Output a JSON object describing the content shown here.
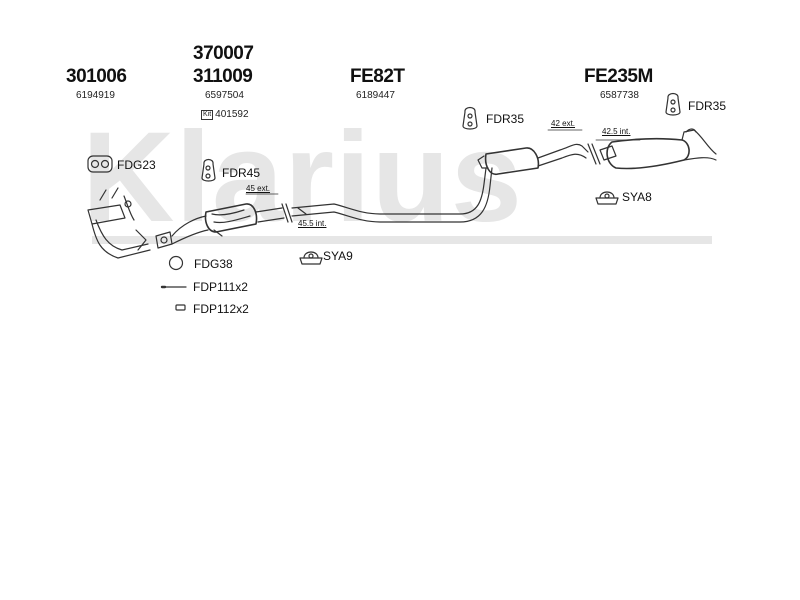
{
  "watermark": "Klarius",
  "parts": {
    "p301006": {
      "number": "301006",
      "oem": "6194919"
    },
    "p370007": {
      "number": "370007"
    },
    "p311009": {
      "number": "311009",
      "oem": "6597504"
    },
    "kit": {
      "icon": "Kit",
      "number": "401592"
    },
    "fe82t": {
      "number": "FE82T",
      "oem": "6189447"
    },
    "fe235m": {
      "number": "FE235M",
      "oem": "6587738"
    }
  },
  "fittings": {
    "fdg23": "FDG23",
    "fdr45": "FDR45",
    "fdg38": "FDG38",
    "fdp111": "FDP111x2",
    "fdp112": "FDP112x2",
    "sya9": "SYA9",
    "fdr35_left": "FDR35",
    "fdr35_right": "FDR35",
    "sya8": "SYA8"
  },
  "dimensions": {
    "d45ext": "45 ext.",
    "d45_5int": "45.5 int.",
    "d42ext": "42 ext.",
    "d42_5int": "42.5 int."
  },
  "colors": {
    "line": "#333333",
    "watermark": "#e6e6e6"
  }
}
